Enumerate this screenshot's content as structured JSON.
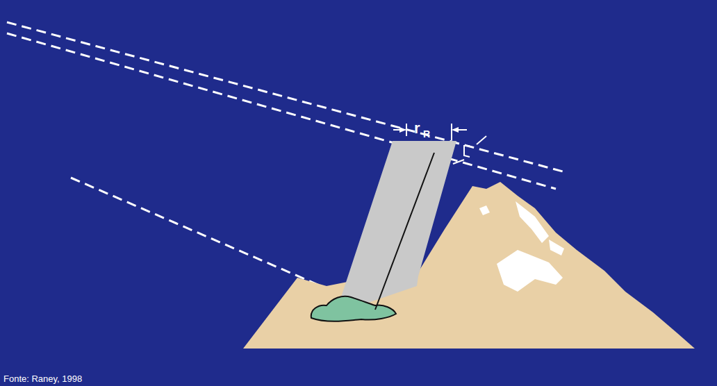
{
  "diagram": {
    "labels": [
      "r",
      "R",
      "Fonte: Raney, 1998"
    ]
  }
}
